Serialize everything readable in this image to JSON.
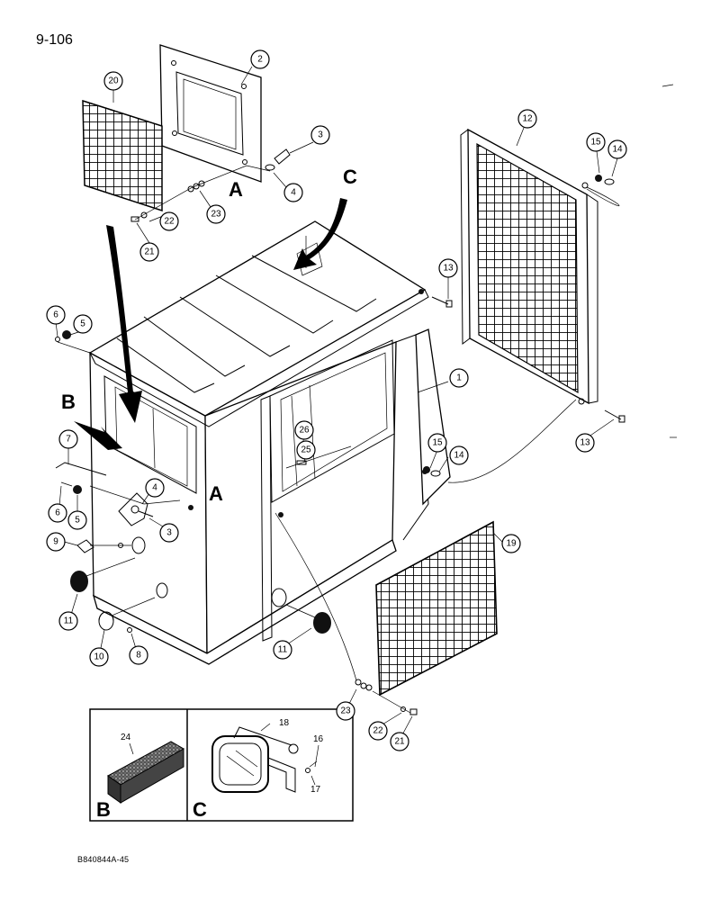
{
  "page_number": "9-106",
  "drawing_code": "B840844A-45",
  "view_letters": {
    "a": "A",
    "b": "B",
    "c": "C"
  },
  "callouts": {
    "c1": "1",
    "c2": "2",
    "c3": "3",
    "c3b": "3",
    "c4": "4",
    "c4b": "4",
    "c5": "5",
    "c5b": "5",
    "c6": "6",
    "c6b": "6",
    "c7": "7",
    "c8": "8",
    "c9": "9",
    "c10": "10",
    "c11": "11",
    "c11b": "11",
    "c12": "12",
    "c13": "13",
    "c13b": "13",
    "c14": "14",
    "c14b": "14",
    "c15": "15",
    "c15b": "15",
    "c19": "19",
    "c20": "20",
    "c21": "21",
    "c21b": "21",
    "c22": "22",
    "c22b": "22",
    "c23": "23",
    "c23b": "23",
    "c25": "25",
    "c26": "26"
  },
  "inset_labels": {
    "c16": "16",
    "c17": "17",
    "c18": "18",
    "c24": "24"
  },
  "inset_captions": {
    "b": "B",
    "c": "C"
  }
}
